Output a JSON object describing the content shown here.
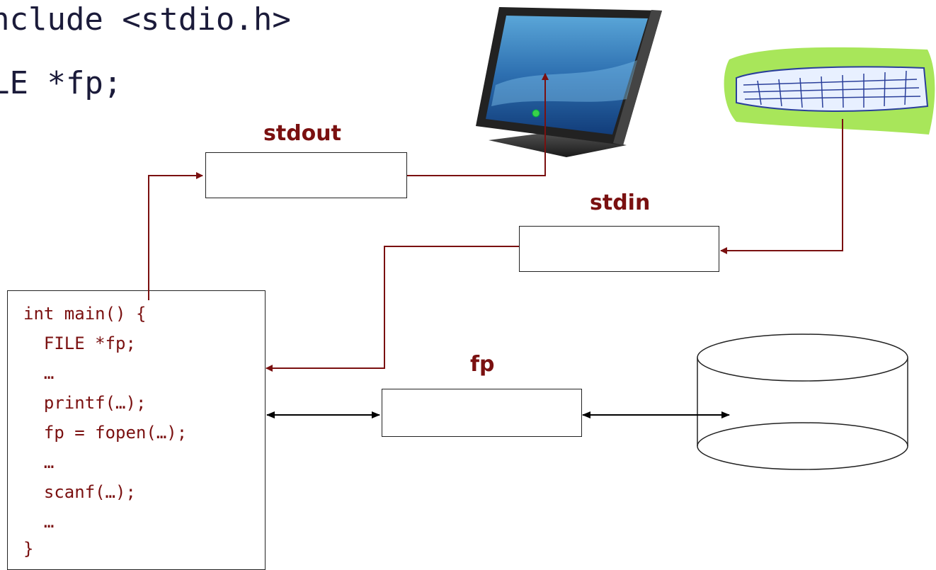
{
  "header": {
    "line1": "#include <stdio.h>",
    "line2": "FILE *fp;"
  },
  "streams": {
    "stdout_label": "stdout",
    "stdin_label": "stdin",
    "fp_label": "fp"
  },
  "code": {
    "lines": [
      "int main() {",
      "  FILE *fp;",
      "  …",
      "  printf(…);",
      "  fp = fopen(…);",
      "  …",
      "  scanf(…);",
      "  …",
      "}"
    ]
  },
  "colors": {
    "arrow_dark_red": "#7a1010",
    "arrow_black": "#000000",
    "label_color": "#7a1010",
    "keyboard_bg": "#a8e65a"
  },
  "icons": {
    "monitor": "monitor-icon",
    "keyboard": "keyboard-icon",
    "disk": "disk-cylinder-icon"
  }
}
